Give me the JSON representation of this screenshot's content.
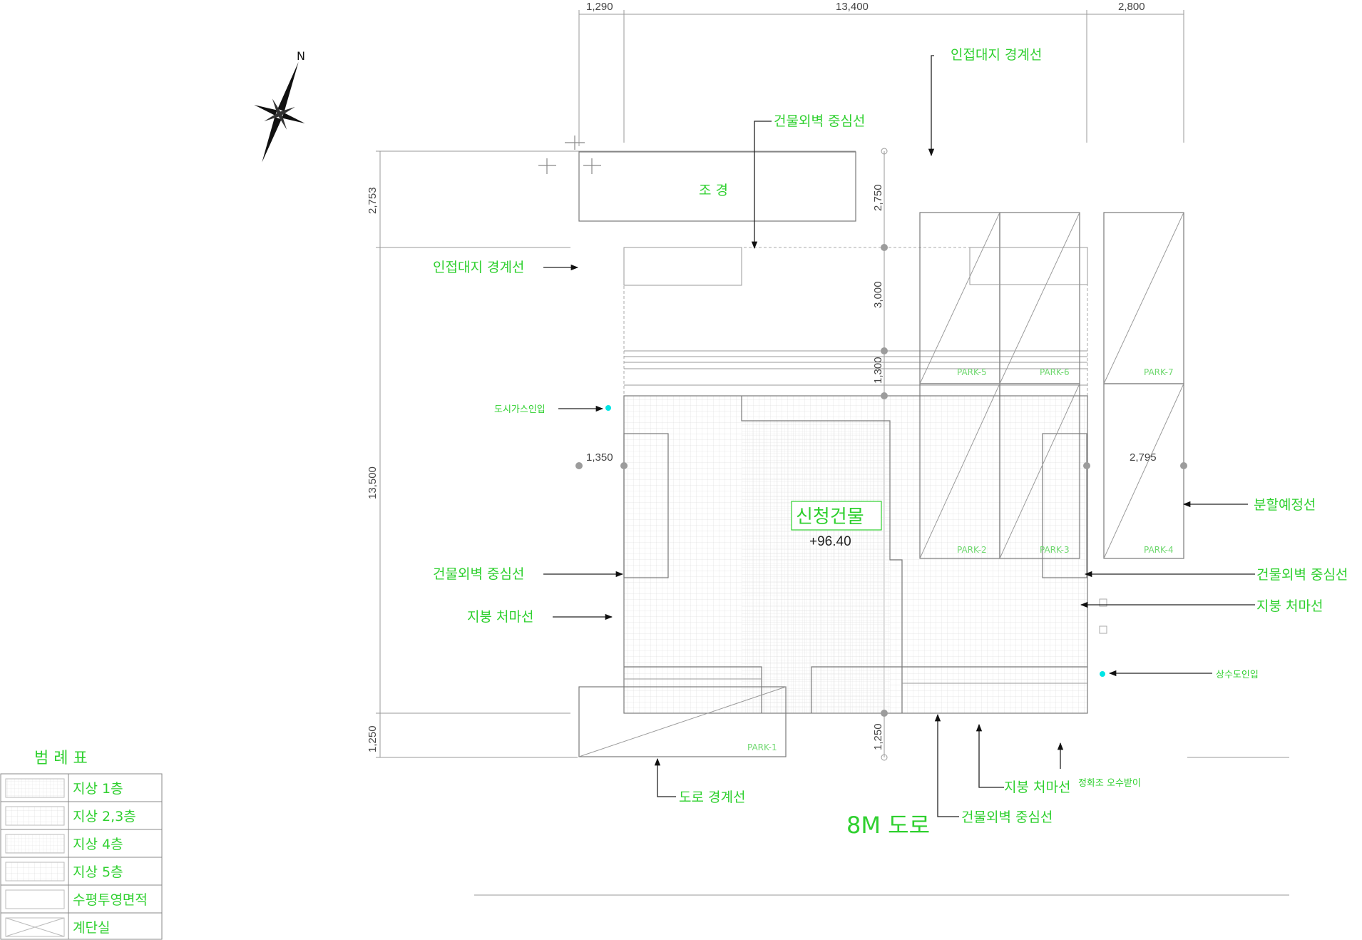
{
  "dimensions": {
    "top": [
      "1,290",
      "13,400",
      "2,800"
    ],
    "left": [
      "2,753",
      "13,500",
      "1,250"
    ],
    "inner_vertical": [
      "2,750",
      "3,000",
      "1,300",
      "1,250"
    ],
    "inner_misc": [
      "1,350",
      "2,795"
    ]
  },
  "labels": {
    "landscape": "조 경",
    "building": "신청건물",
    "elevation": "+96.40",
    "road": "8M 도로",
    "adjacent_boundary_top": "인접대지 경계선",
    "adjacent_boundary_left": "인접대지 경계선",
    "wall_center_top": "건물외벽 중심선",
    "wall_center_left": "건물외벽 중심선",
    "wall_center_right": "건물외벽 중심선",
    "wall_center_bottom": "건물외벽 중심선",
    "eaves_left": "지붕 처마선",
    "eaves_right": "지붕 처마선",
    "eaves_bottom": "지붕 처마선",
    "division_line": "분할예정선",
    "road_boundary": "도로 경계선",
    "gas_inlet": "도시가스인입",
    "water_inlet": "상수도인입",
    "sewer": "정화조 오수받이"
  },
  "parking": [
    "PARK-1",
    "PARK-2",
    "PARK-3",
    "PARK-4",
    "PARK-5",
    "PARK-6",
    "PARK-7"
  ],
  "north_mark": "N",
  "legend": {
    "title": "범 례 표",
    "items": [
      "지상 1층",
      "지상 2,3층",
      "지상 4층",
      "지상 5층",
      "수평투영면적",
      "계단실"
    ]
  },
  "colors": {
    "annotation": "#2fd02f",
    "line": "#9a9a9a",
    "dimension": "#444444",
    "marker": "#00e5e5"
  }
}
